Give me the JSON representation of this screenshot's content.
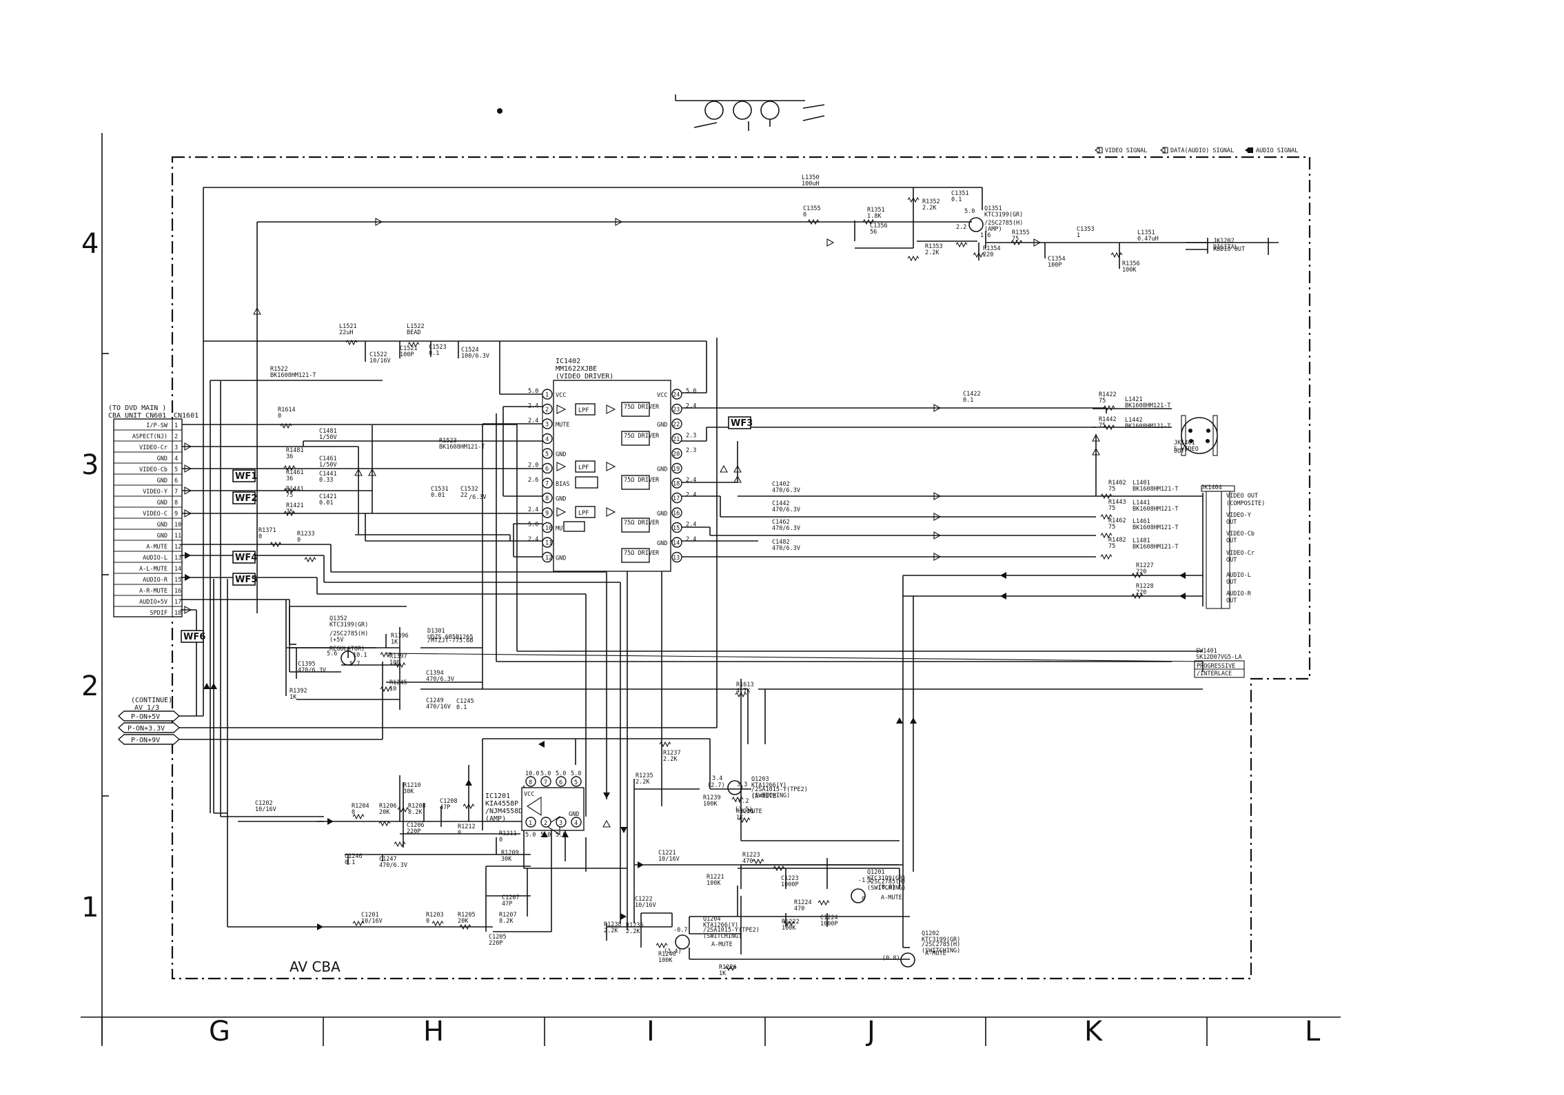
{
  "legend": {
    "video": "VIDEO SIGNAL",
    "data_audio": "DATA(AUDIO) SIGNAL",
    "audio": "AUDIO SIGNAL"
  },
  "board_title": "AV CBA",
  "columns": [
    "G",
    "H",
    "I",
    "J",
    "K",
    "L"
  ],
  "rows": [
    "4",
    "3",
    "2",
    "1"
  ],
  "connector": {
    "title": "(TO DVD MAIN   )",
    "title2": "CBA UNIT CN601",
    "ref": "CN1601",
    "pins": [
      {
        "name": "I/P-SW",
        "num": "1"
      },
      {
        "name": "ASPECT(NJ)",
        "num": "2"
      },
      {
        "name": "VIDEO-Cr",
        "num": "3"
      },
      {
        "name": "GND",
        "num": "4"
      },
      {
        "name": "VIDEO-Cb",
        "num": "5"
      },
      {
        "name": "GND",
        "num": "6"
      },
      {
        "name": "VIDEO-Y",
        "num": "7"
      },
      {
        "name": "GND",
        "num": "8"
      },
      {
        "name": "VIDEO-C",
        "num": "9"
      },
      {
        "name": "GND",
        "num": "10"
      },
      {
        "name": "GND",
        "num": "11"
      },
      {
        "name": "A-MUTE",
        "num": "12"
      },
      {
        "name": "AUDIO-L",
        "num": "13"
      },
      {
        "name": "A-L-MUTE",
        "num": "14"
      },
      {
        "name": "AUDIO-R",
        "num": "15"
      },
      {
        "name": "A-R-MUTE",
        "num": "16"
      },
      {
        "name": "AUDIO+5V",
        "num": "17"
      },
      {
        "name": "SPDIF",
        "num": "18"
      }
    ]
  },
  "waveforms": [
    "WF1",
    "WF2",
    "WF3",
    "WF4",
    "WF5",
    "WF6"
  ],
  "power": {
    "continue": "(CONTINUE)",
    "continue2": "AV 1/3",
    "rails": [
      "P-ON+5V",
      "P-ON+3.3V",
      "P-ON+9V"
    ]
  },
  "ic1402": {
    "ref": "IC1402",
    "part": "MM1622XJBE",
    "func": "(VIDEO DRIVER)",
    "left_pins": [
      "1",
      "2",
      "3",
      "4",
      "5",
      "6",
      "7",
      "8",
      "9",
      "10",
      "11",
      "12"
    ],
    "left_labels": [
      "VCC",
      "",
      "MUTE",
      "",
      "GND",
      "",
      "BIAS",
      "GND",
      "",
      "MUTE",
      "",
      "GND"
    ],
    "right_pins": [
      "24",
      "23",
      "22",
      "21",
      "20",
      "19",
      "18",
      "17",
      "16",
      "15",
      "14",
      "13"
    ],
    "right_labels": [
      "VCC",
      "",
      "GND",
      "",
      "",
      "GND",
      "",
      "",
      "GND",
      "",
      "GND",
      ""
    ],
    "lpf": "LPF",
    "driver": "75Ω DRIVER",
    "volt_left": [
      "5.0",
      "2.4",
      "2.4",
      "",
      "",
      "2.0",
      "2.6",
      "",
      "2.4",
      "5.0",
      "2.4",
      ""
    ],
    "volt_right": [
      "5.0",
      "2.4",
      "",
      "2.3",
      "2.3",
      "",
      "2.4",
      "2.4",
      "",
      "2.4",
      "2.4",
      ""
    ]
  },
  "ic1201": {
    "ref": "IC1201",
    "part": "KIA4558P",
    "part2": "/NJM4558D",
    "func": "(AMP)",
    "top_pins": [
      "8",
      "7",
      "6",
      "5"
    ],
    "bottom_pins": [
      "1",
      "2",
      "3",
      "4"
    ],
    "top_volts": [
      "10.0",
      "5.0",
      "5.0",
      "5.0"
    ],
    "bottom_volts": [
      "5.0",
      "5.0",
      "5.0",
      ""
    ],
    "vcc": "VCC",
    "gnd": "GND"
  },
  "components": [
    {
      "t": "L1350",
      "v": "100uH"
    },
    {
      "t": "C1351",
      "v": "0.1"
    },
    {
      "t": "R1352",
      "v": "2.2K"
    },
    {
      "t": "C1355",
      "v": "0"
    },
    {
      "t": "R1351",
      "v": "1.8K"
    },
    {
      "t": "C1356",
      "v": "56"
    },
    {
      "t": "R1353",
      "v": "2.2K"
    },
    {
      "t": "Q1351",
      "v": "KTC3199(GR)"
    },
    {
      "t": "/2SC2785(H)",
      "v": "(AMP)"
    },
    {
      "t": "R1355",
      "v": "75"
    },
    {
      "t": "R1354",
      "v": "220"
    },
    {
      "t": "C1353",
      "v": "1"
    },
    {
      "t": "C1354",
      "v": "100P"
    },
    {
      "t": "L1351",
      "v": "0.47uH"
    },
    {
      "t": "R1356",
      "v": "100K"
    },
    {
      "t": "JK1202",
      "v": "DIGITAL"
    },
    {
      "t": "AUDIO OUT",
      "v": ""
    },
    {
      "t": "L1521",
      "v": "22uH"
    },
    {
      "t": "L1522",
      "v": "BEAD"
    },
    {
      "t": "C1522",
      "v": "10/16V"
    },
    {
      "t": "C1521",
      "v": "100P"
    },
    {
      "t": "C1523",
      "v": "0.1"
    },
    {
      "t": "C1524",
      "v": "100/6.3V"
    },
    {
      "t": "R1522",
      "v": "BK1608HM121-T"
    },
    {
      "t": "R1614",
      "v": "0"
    },
    {
      "t": "R1523",
      "v": "BK1608HM121-T"
    },
    {
      "t": "C1481",
      "v": "1/50V"
    },
    {
      "t": "R1481",
      "v": "36"
    },
    {
      "t": "C1461",
      "v": "1/50V"
    },
    {
      "t": "R1461",
      "v": "36"
    },
    {
      "t": "C1441",
      "v": "0.33"
    },
    {
      "t": "R1441",
      "v": "75"
    },
    {
      "t": "C1421",
      "v": "0.01"
    },
    {
      "t": "R1421",
      "v": "75"
    },
    {
      "t": "R1371",
      "v": "0"
    },
    {
      "t": "R1233",
      "v": "0"
    },
    {
      "t": "C1531",
      "v": "0.01"
    },
    {
      "t": "C1532",
      "v": "22"
    },
    {
      "t": "/6.3V",
      "v": ""
    },
    {
      "t": "C1422",
      "v": "0.1"
    },
    {
      "t": "R1422",
      "v": "75"
    },
    {
      "t": "L1421",
      "v": "BK1608HM121-T"
    },
    {
      "t": "R1442",
      "v": "75"
    },
    {
      "t": "L1442",
      "v": "BK1608HM121-T"
    },
    {
      "t": "JK1401",
      "v": "S-VIDEO"
    },
    {
      "t": "OUT",
      "v": ""
    },
    {
      "t": "C1402",
      "v": "470/6.3V"
    },
    {
      "t": "C1442",
      "v": "470/6.3V"
    },
    {
      "t": "C1462",
      "v": "470/6.3V"
    },
    {
      "t": "C1482",
      "v": "470/6.3V"
    },
    {
      "t": "R1402",
      "v": "75"
    },
    {
      "t": "L1401",
      "v": "BK1608HM121-T"
    },
    {
      "t": "R1443",
      "v": "75"
    },
    {
      "t": "L1441",
      "v": "BK1608HM121-T"
    },
    {
      "t": "R1462",
      "v": "75"
    },
    {
      "t": "L1461",
      "v": "BK1608HM121-T"
    },
    {
      "t": "R1482",
      "v": "75"
    },
    {
      "t": "L1481",
      "v": "BK1608HM121-T"
    },
    {
      "t": "R1227",
      "v": "220"
    },
    {
      "t": "R1228",
      "v": "220"
    },
    {
      "t": "JK1404",
      "v": ""
    },
    {
      "t": "Q1352",
      "v": "KTC3199(GR)"
    },
    {
      "t": "/2SC2785(H)",
      "v": "(+5V"
    },
    {
      "t": "REGULATOR)",
      "v": ""
    },
    {
      "t": "R1396",
      "v": "1K"
    },
    {
      "t": "D1301",
      "v": "UDZS 6B5B1265"
    },
    {
      "t": "/MTZJT-775.6B",
      "v": ""
    },
    {
      "t": "R1397",
      "v": "100"
    },
    {
      "t": "C1395",
      "v": "470/6.3V"
    },
    {
      "t": "C1394",
      "v": "470/6.3V"
    },
    {
      "t": "R1245",
      "v": "10"
    },
    {
      "t": "R1392",
      "v": "1K"
    },
    {
      "t": "C1249",
      "v": "470/16V"
    },
    {
      "t": "C1245",
      "v": "0.1"
    },
    {
      "t": "SW1401",
      "v": "SK12D07VG5-LA"
    },
    {
      "t": "R1613",
      "v": "4.7K"
    },
    {
      "t": "R1237",
      "v": "2.2K"
    },
    {
      "t": "R1235",
      "v": "2.2K"
    },
    {
      "t": "R1239",
      "v": "100K"
    },
    {
      "t": "R1225",
      "v": "1K"
    },
    {
      "t": "Q1203",
      "v": "KTA1266(Y)"
    },
    {
      "t": "/2SA1015-Y(TPE2)",
      "v": "(SWITCHING)"
    },
    {
      "t": "(A-MUTE",
      "v": ""
    },
    {
      "t": "C1202",
      "v": "10/16V"
    },
    {
      "t": "R1204",
      "v": "0"
    },
    {
      "t": "R1206",
      "v": "20K"
    },
    {
      "t": "R1210",
      "v": "30K"
    },
    {
      "t": "R1208",
      "v": "8.2K"
    },
    {
      "t": "C1208",
      "v": "47P"
    },
    {
      "t": "C1206",
      "v": "220P"
    },
    {
      "t": "R1212",
      "v": "0"
    },
    {
      "t": "R1211",
      "v": "0"
    },
    {
      "t": "C1246",
      "v": "0.1"
    },
    {
      "t": "C1247",
      "v": "470/6.3V"
    },
    {
      "t": "R1209",
      "v": "30K"
    },
    {
      "t": "C1221",
      "v": "10/16V"
    },
    {
      "t": "R1221",
      "v": "100K"
    },
    {
      "t": "R1223",
      "v": "470"
    },
    {
      "t": "C1223",
      "v": "1000P"
    },
    {
      "t": "Q1201",
      "v": "KTC3199(GR)"
    },
    {
      "t": "/2SC2785(H)",
      "v": "(SWITCHING)"
    },
    {
      "t": "C1207",
      "v": "47P"
    },
    {
      "t": "C1201",
      "v": "10/16V"
    },
    {
      "t": "R1203",
      "v": "0"
    },
    {
      "t": "R1205",
      "v": "20K"
    },
    {
      "t": "R1207",
      "v": "8.2K"
    },
    {
      "t": "C1205",
      "v": "220P"
    },
    {
      "t": "C1222",
      "v": "10/16V"
    },
    {
      "t": "R1238",
      "v": "2.2K"
    },
    {
      "t": "R1236",
      "v": "2.2K"
    },
    {
      "t": "Q1204",
      "v": "KTA1266(Y)"
    },
    {
      "t": "/2SA1015-Y(TPE2)",
      "v": "(SWITCHING)"
    },
    {
      "t": "R1224",
      "v": "470"
    },
    {
      "t": "R1222",
      "v": "100K"
    },
    {
      "t": "C1224",
      "v": "1000P"
    },
    {
      "t": "R1240",
      "v": "100K"
    },
    {
      "t": "R1226",
      "v": "1K"
    },
    {
      "t": "Q1202",
      "v": "KTC3199(GR)"
    },
    {
      "t": "/2SC2785(H)",
      "v": "(SWITCHING)"
    }
  ],
  "outputs": {
    "video_out": "VIDEO OUT",
    "composite": "(COMPOSITE)",
    "video_y": "VIDEO-Y",
    "video_cb": "VIDEO-Cb",
    "video_cr": "VIDEO-Cr",
    "audio_l": "AUDIO-L",
    "audio_r": "AUDIO-R",
    "out": "OUT",
    "prog": "PROGRESSIVE",
    "inter": "/INTERLACE"
  },
  "volts": [
    "5.0",
    "2.2",
    "1.6",
    "5.6",
    "10.1",
    "5.7",
    "3.4",
    "(2.7)",
    "3.3",
    "-0.2",
    "(3.5)",
    "-1.2",
    "(0.8)",
    "0",
    "-0.7",
    "(3.4)",
    "(0.8)"
  ],
  "mute_labels": [
    "A-MUTE",
    "A-MUTE",
    "A-MUTE",
    "A-MUTE"
  ]
}
